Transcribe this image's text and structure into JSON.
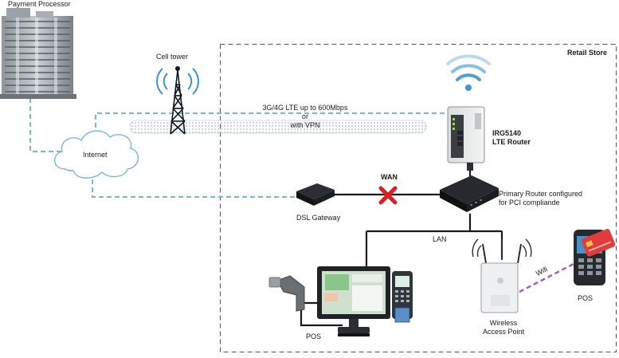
{
  "labels": {
    "payment_processor": "Payment Processor",
    "cell_tower": "Cell tower",
    "retail_store": "Retail Store",
    "lte_line1": "3G/4G LTE up to 600Mbps",
    "lte_line2": "or",
    "lte_line3": "with VPN",
    "internet": "Internet",
    "router_line1": "IRG5140",
    "router_line2": "LTE Router",
    "wan": "WAN",
    "primary_line1": "Primary Router configured",
    "primary_line2": "for PCI compliande",
    "dsl_gateway": "DSL Gateway",
    "lan": "LAN",
    "wifi": "Wifi",
    "pos_left": "POS",
    "pos_right": "POS",
    "ap_line1": "Wireless",
    "ap_line2": "Access Point"
  },
  "colors": {
    "dashed_link": "#7ab8d6",
    "lan_cable": "#1a1a1a",
    "wifi_link": "#9a64c8",
    "wan_failure_x": "#e11d24",
    "signal_waves": "#3a95d4"
  },
  "icons": {
    "building": "building-icon",
    "tower": "cell-tower-icon",
    "cloud": "cloud-icon",
    "router": "lte-router-icon",
    "switch": "primary-router-icon",
    "dsl": "dsl-gateway-icon",
    "pos": "pos-terminal-icon",
    "ap": "access-point-icon",
    "handheld": "handheld-pos-icon",
    "x": "failure-x-icon"
  }
}
